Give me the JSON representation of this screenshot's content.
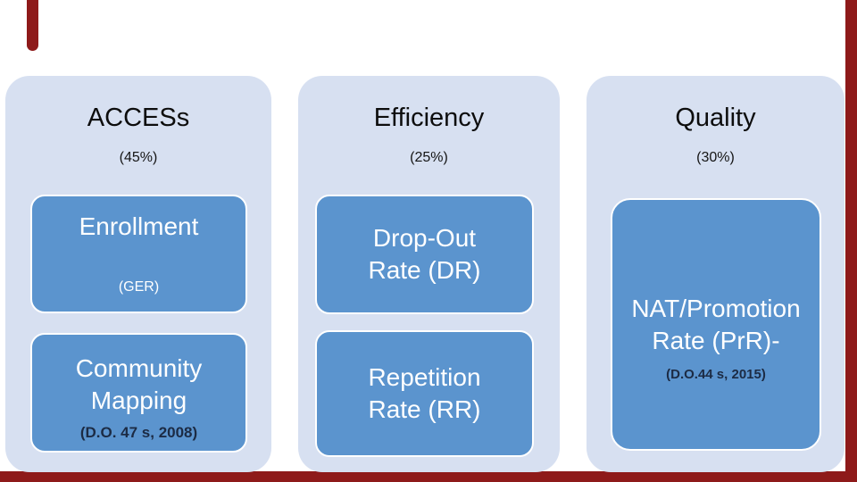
{
  "colors": {
    "card_bg": "#d7e0f1",
    "box_blue": "#5b94ce",
    "frame_maroon": "#8e1a1a",
    "dark_note_text": "#1c2b44"
  },
  "columns": [
    {
      "title": "ACCESs",
      "weight": "(45%)",
      "boxes": [
        {
          "title": "Enrollment",
          "subtitle": "(GER)"
        },
        {
          "title": "Community\nMapping",
          "subtitle": "(D.O. 47 s, 2008)"
        }
      ]
    },
    {
      "title": "Efficiency",
      "weight": "(25%)",
      "boxes": [
        {
          "title": "Drop-Out\nRate (DR)"
        },
        {
          "title": "Repetition\nRate (RR)"
        }
      ]
    },
    {
      "title": "Quality",
      "weight": "(30%)",
      "boxes": [
        {
          "title": "NAT/Promotion\nRate (PrR)-",
          "subtitle": "(D.O.44 s, 2015)"
        }
      ]
    }
  ]
}
